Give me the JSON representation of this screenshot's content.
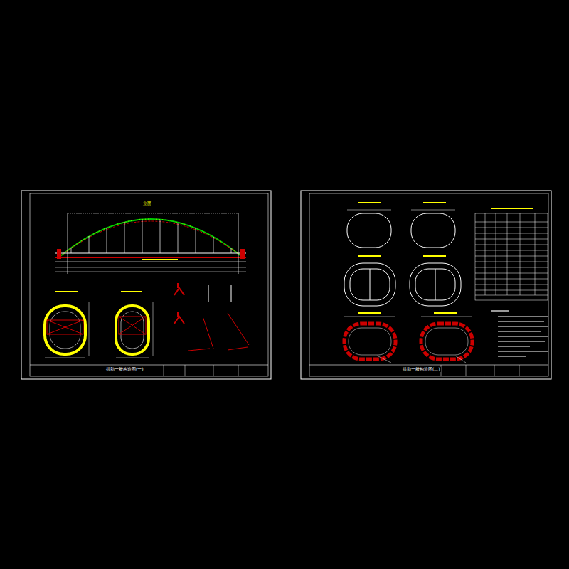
{
  "diagram": {
    "labels": [
      "立面",
      "拱肋一般构造图(一)",
      "拱肋一般构造图(二)"
    ]
  }
}
